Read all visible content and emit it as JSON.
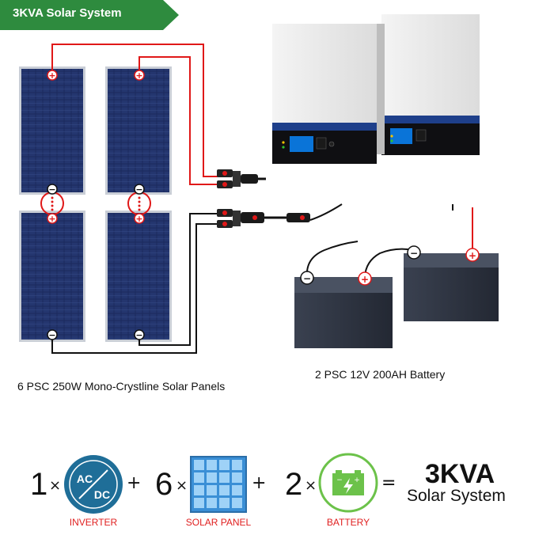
{
  "title": "3KVA  Solar  System",
  "panels_caption": "6 PSC 250W Mono-Crystline Solar Panels",
  "battery_caption": "2 PSC 12V 200AH Battery",
  "colors": {
    "banner": "#2e8b3e",
    "icon_blue": "#1f6e98",
    "battery_green": "#6cc24a",
    "wire_red": "#e01818",
    "panel_blue": "#1b2a5e"
  },
  "formula": {
    "inverter": {
      "count": "1",
      "times": "×",
      "icon_text_top": "AC",
      "icon_text_bottom": "DC",
      "label": "INVERTER"
    },
    "plus1": "+",
    "panel": {
      "count": "6",
      "times": "×",
      "label": "SOLAR PANEL"
    },
    "plus2": "+",
    "battery": {
      "count": "2",
      "times": "×",
      "label": "BATTERY"
    },
    "equals": "=",
    "result_big": "3KVA",
    "result_small": "Solar System"
  },
  "icons": [
    "inverter-icon",
    "solar-panel-icon",
    "battery-icon"
  ]
}
